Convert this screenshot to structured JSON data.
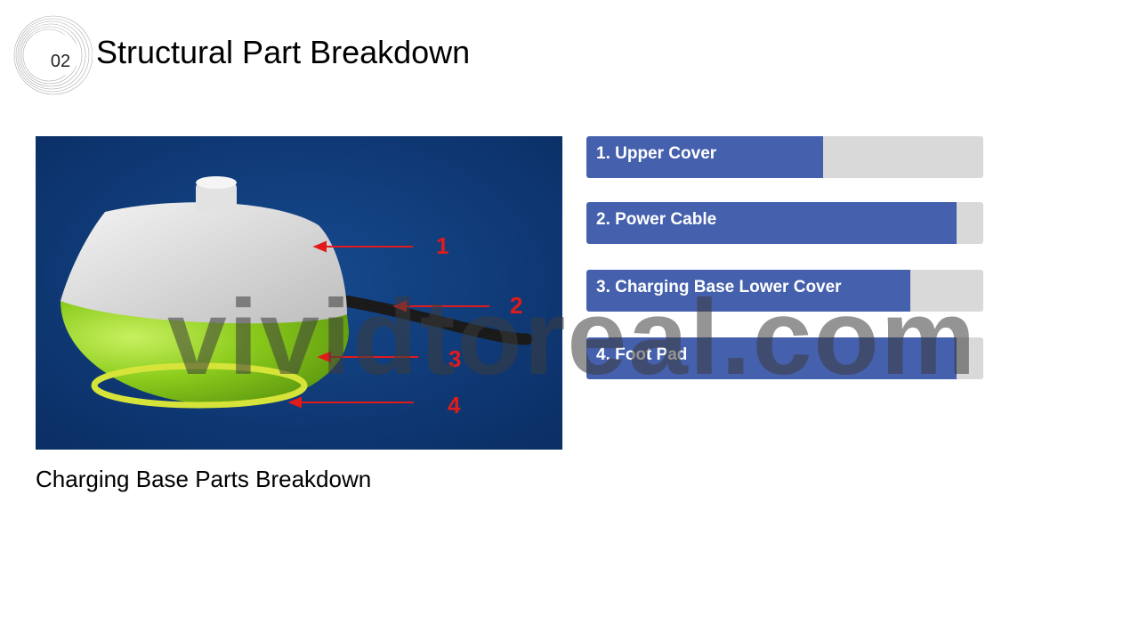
{
  "slide": {
    "section_number": "02",
    "title": "Structural Part Breakdown",
    "caption": "Charging Base Parts Breakdown"
  },
  "callouts": [
    "1",
    "2",
    "3",
    "4"
  ],
  "parts": [
    {
      "label": "1. Upper Cover",
      "fill_fraction": 0.596
    },
    {
      "label": "2. Power Cable",
      "fill_fraction": 0.932
    },
    {
      "label": "3. Charging Base Lower Cover",
      "fill_fraction": 0.816
    },
    {
      "label": "4. Foot Pad",
      "fill_fraction": 0.932
    }
  ],
  "watermark": "vividtoreal.com",
  "colors": {
    "bar_fill": "#4560ad",
    "bar_track": "#d9d9d9",
    "photo_background": "#0f3a78",
    "callout_red": "#e11b1b",
    "lower_cover_green": "#8ccc1c",
    "upper_cover_white": "#e6e6e6"
  }
}
